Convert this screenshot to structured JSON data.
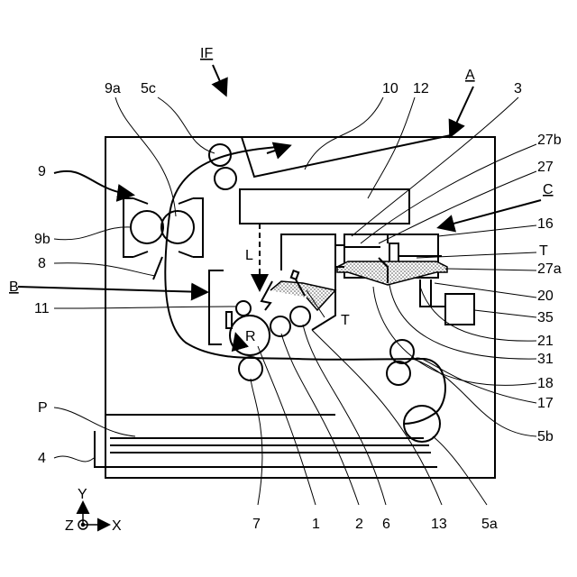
{
  "figure": {
    "labels": {
      "IF": "IF",
      "A": "A",
      "B": "B",
      "C": "C",
      "L": "L",
      "R": "R",
      "T1": "T",
      "T2": "T",
      "n1": "1",
      "n2": "2",
      "n3": "3",
      "n4": "4",
      "n5a": "5a",
      "n5b": "5b",
      "n5c": "5c",
      "n6": "6",
      "n7": "7",
      "n8": "8",
      "n9": "9",
      "n9a": "9a",
      "n9b": "9b",
      "n10": "10",
      "n11": "11",
      "n12": "12",
      "n13": "13",
      "n16": "16",
      "n17": "17",
      "n18": "18",
      "n20": "20",
      "n21": "21",
      "n27": "27",
      "n27a": "27a",
      "n27b": "27b",
      "n31": "31",
      "n35": "35",
      "P": "P"
    },
    "axes": {
      "x": "X",
      "y": "Y",
      "z": "Z"
    }
  }
}
